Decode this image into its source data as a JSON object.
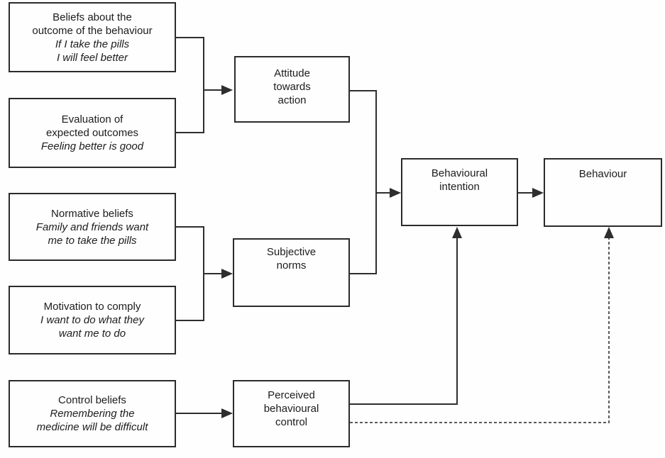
{
  "diagram_name": "behaviour-model-flowchart",
  "boxes": {
    "beliefs_outcome": {
      "title_lines": [
        "Beliefs about the",
        "outcome of the behaviour"
      ],
      "example_lines": [
        "If I take the pills",
        "I will feel better"
      ]
    },
    "evaluation_outcomes": {
      "title_lines": [
        "Evaluation of",
        "expected outcomes"
      ],
      "example_lines": [
        "Feeling better is good"
      ]
    },
    "normative_beliefs": {
      "title_lines": [
        "Normative beliefs"
      ],
      "example_lines": [
        "Family and friends want",
        "me to take the pills"
      ]
    },
    "motivation_comply": {
      "title_lines": [
        "Motivation to comply"
      ],
      "example_lines": [
        "I want to do what they",
        "want me to do"
      ]
    },
    "control_beliefs": {
      "title_lines": [
        "Control beliefs"
      ],
      "example_lines": [
        "Remembering the",
        "medicine will be difficult"
      ]
    },
    "attitude": {
      "title_lines": [
        "Attitude",
        "towards",
        "action"
      ]
    },
    "subjective_norms": {
      "title_lines": [
        "Subjective",
        "norms"
      ]
    },
    "perceived_control": {
      "title_lines": [
        "Perceived",
        "behavioural",
        "control"
      ]
    },
    "behavioural_intention": {
      "title_lines": [
        "Behavioural",
        "intention"
      ]
    },
    "behaviour": {
      "title_lines": [
        "Behaviour"
      ]
    }
  },
  "edges": [
    {
      "from": "Beliefs about the outcome of the behaviour",
      "to": "Attitude towards action",
      "style": "solid"
    },
    {
      "from": "Evaluation of expected outcomes",
      "to": "Attitude towards action",
      "style": "solid"
    },
    {
      "from": "Normative beliefs",
      "to": "Subjective norms",
      "style": "solid"
    },
    {
      "from": "Motivation to comply",
      "to": "Subjective norms",
      "style": "solid"
    },
    {
      "from": "Control beliefs",
      "to": "Perceived behavioural control",
      "style": "solid"
    },
    {
      "from": "Attitude towards action",
      "to": "Behavioural intention",
      "style": "solid"
    },
    {
      "from": "Subjective norms",
      "to": "Behavioural intention",
      "style": "solid"
    },
    {
      "from": "Behavioural intention",
      "to": "Behaviour",
      "style": "solid"
    },
    {
      "from": "Perceived behavioural control",
      "to": "Behavioural intention",
      "style": "solid"
    },
    {
      "from": "Perceived behavioural control",
      "to": "Behaviour",
      "style": "dashed"
    }
  ],
  "colors": {
    "line": "#2e2e2e",
    "dashed_line": "#5a5a5a",
    "border": "#2b2b2b",
    "text": "#1c1c1c",
    "background": "#fefefe"
  }
}
